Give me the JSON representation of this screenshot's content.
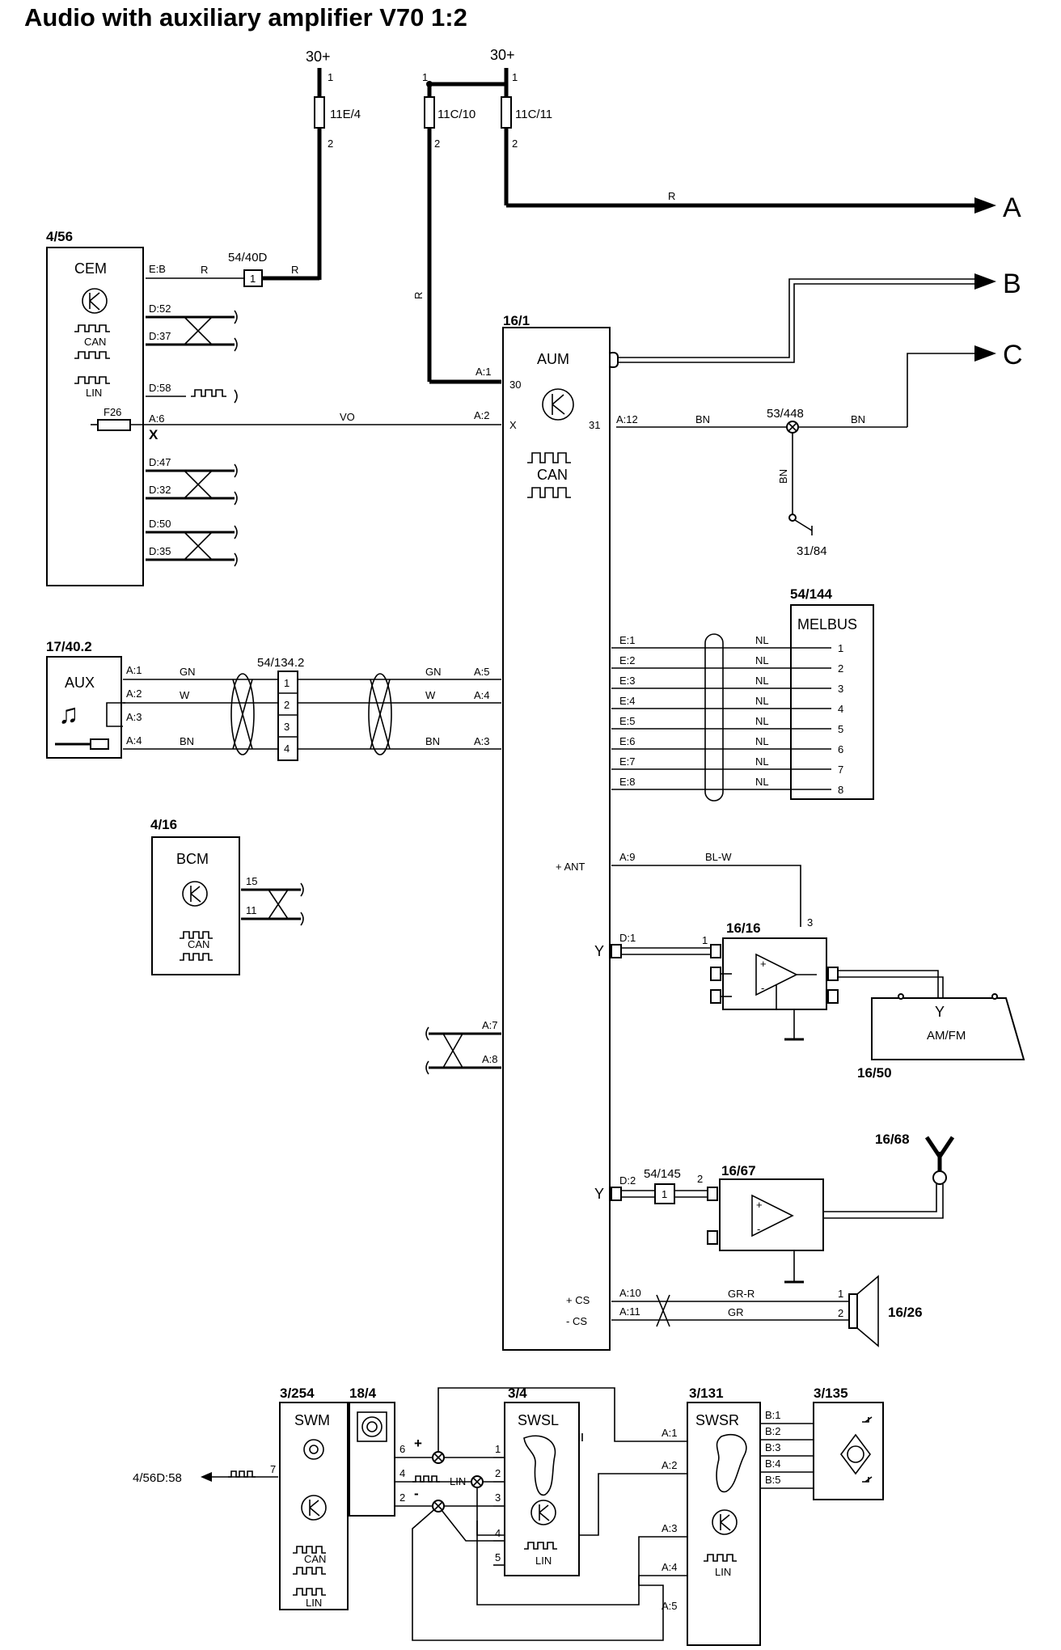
{
  "title": "Audio with auxiliary amplifier V70 1:2",
  "supply": {
    "label": "30+"
  },
  "fuses": [
    {
      "id": "11E/4",
      "pin_top": "1",
      "pin_bottom": "2"
    },
    {
      "id": "11C/10",
      "pin_top": "1",
      "pin_bottom": "2"
    },
    {
      "id": "11C/11",
      "pin_top": "1",
      "pin_bottom": "2"
    }
  ],
  "outputs": [
    "A",
    "B",
    "C"
  ],
  "cem": {
    "ref": "4/56",
    "name": "CEM",
    "can": "CAN",
    "lin": "LIN",
    "fuse": "F26",
    "x_mark": "X",
    "pins": [
      "E:B",
      "D:52",
      "D:37",
      "D:58",
      "A:6",
      "D:47",
      "D:32",
      "D:50",
      "D:35"
    ],
    "connector": "54/40D",
    "connector_pin": "1"
  },
  "aum": {
    "ref": "16/1",
    "name": "AUM",
    "can": "CAN",
    "pins_left": [
      "A:1",
      "30",
      "A:2",
      "X"
    ],
    "pins_right": [
      "A:12",
      "31"
    ],
    "pins_aux": [
      "A:5",
      "A:4",
      "A:3"
    ],
    "pins_melbus": [
      "E:1",
      "E:2",
      "E:3",
      "E:4",
      "E:5",
      "E:6",
      "E:7",
      "E:8"
    ],
    "pins_misc": [
      "A:9",
      "+ ANT",
      "D:1",
      "A:7",
      "A:8",
      "D:2",
      "A:10",
      "A:11",
      "+ CS",
      "- CS"
    ]
  },
  "wires": {
    "r": "R",
    "vo": "VO",
    "bn": "BN",
    "gn": "GN",
    "w": "W",
    "nl": "NL",
    "blw": "BL-W",
    "grr": "GR-R",
    "gr": "GR"
  },
  "ground_point": {
    "ref": "53/448",
    "ground": "31/84"
  },
  "melbus": {
    "ref": "54/144",
    "name": "MELBUS",
    "pins": [
      "1",
      "2",
      "3",
      "4",
      "5",
      "6",
      "7",
      "8"
    ]
  },
  "aux": {
    "ref": "17/40.2",
    "name": "AUX",
    "pins": [
      "A:1",
      "A:2",
      "A:3",
      "A:4"
    ],
    "connector": "54/134.2",
    "connector_pins": [
      "1",
      "2",
      "3",
      "4"
    ]
  },
  "bcm": {
    "ref": "4/16",
    "name": "BCM",
    "can": "CAN",
    "pins": [
      "15",
      "11"
    ]
  },
  "amp1": {
    "ref": "16/16",
    "pins": [
      "1",
      "3"
    ]
  },
  "antenna": {
    "ref": "16/50",
    "name": "AM/FM"
  },
  "amp2": {
    "ref": "16/67",
    "connector": "54/145",
    "connector_pin": "1",
    "pin": "2"
  },
  "antenna2": {
    "ref": "16/68"
  },
  "speaker": {
    "ref": "16/26",
    "pins": [
      "1",
      "2"
    ]
  },
  "swm": {
    "ref": "3/254",
    "name": "SWM",
    "can": "CAN",
    "lin": "LIN",
    "ext_ref": "4/56D:58",
    "ext_pin": "7",
    "connector": "18/4",
    "connector_pins": [
      "6",
      "4",
      "2"
    ],
    "lin_label": "LIN",
    "plus": "+",
    "minus": "-"
  },
  "swsl": {
    "ref": "3/4",
    "name": "SWSL",
    "lin": "LIN",
    "pins": [
      "1",
      "2",
      "3",
      "4",
      "5"
    ]
  },
  "swsr": {
    "ref": "3/131",
    "name": "SWSR",
    "lin": "LIN",
    "pins_left": [
      "A:1",
      "A:2",
      "A:3",
      "A:4",
      "A:5"
    ],
    "pins_right": [
      "B:1",
      "B:2",
      "B:3",
      "B:4",
      "B:5"
    ]
  },
  "switch_module": {
    "ref": "3/135"
  }
}
